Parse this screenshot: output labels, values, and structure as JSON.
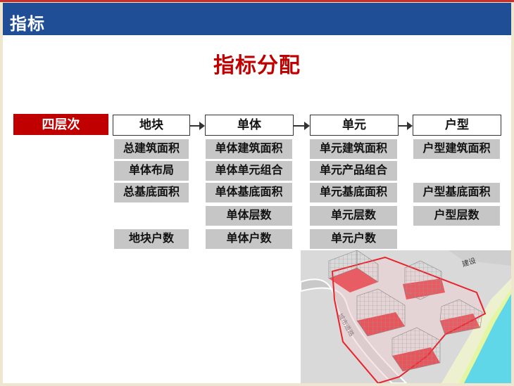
{
  "header": {
    "title": "指标"
  },
  "main": {
    "title": "指标分配"
  },
  "level_tag": "四层次",
  "columns": [
    {
      "label": "地块",
      "items": [
        "总建筑面积",
        "单体布局",
        "总基底面积",
        "",
        "地块户数"
      ]
    },
    {
      "label": "单体",
      "items": [
        "单体建筑面积",
        "单体单元组合",
        "单体基底面积",
        "单体层数",
        "单体户数"
      ]
    },
    {
      "label": "单元",
      "items": [
        "单元建筑面积",
        "单元产品组合",
        "单元基底面积",
        "单元层数",
        "单元户数"
      ]
    },
    {
      "label": "户型",
      "items": [
        "户型建筑面积",
        "",
        "户型基底面积",
        "户型层数",
        ""
      ]
    }
  ],
  "site_image": {
    "road_label_1": "城市道路",
    "road_label_2": "建设"
  },
  "colors": {
    "header_bg": "#1f4e96",
    "accent_red": "#c00000",
    "item_gray": "#c6c6c6",
    "background": "#efe6cf"
  }
}
